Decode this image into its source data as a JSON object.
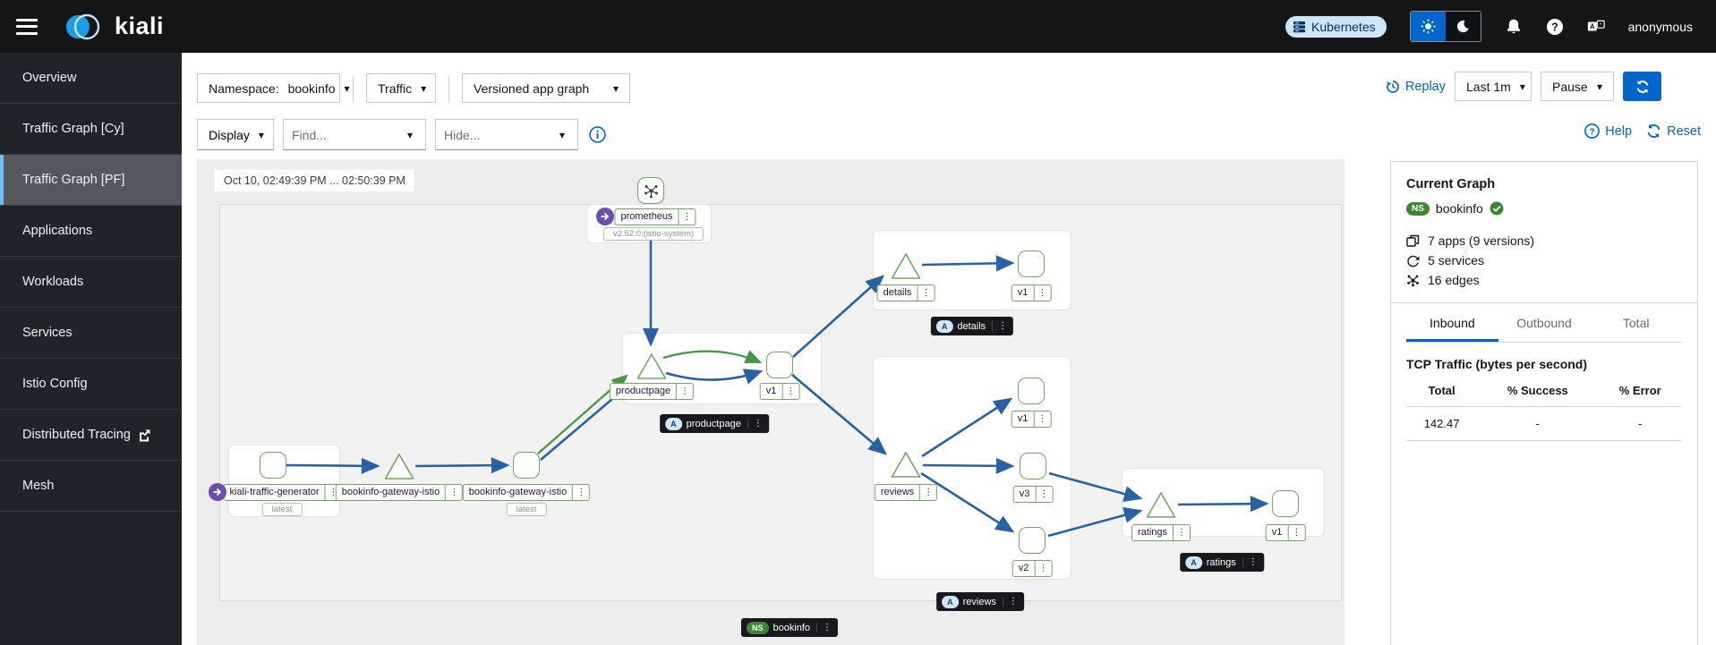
{
  "header": {
    "brand": "kiali",
    "cluster_badge": "Kubernetes",
    "user": "anonymous"
  },
  "sidebar": {
    "items": [
      "Overview",
      "Traffic Graph [Cy]",
      "Traffic Graph [PF]",
      "Applications",
      "Workloads",
      "Services",
      "Istio Config",
      "Distributed Tracing",
      "Mesh"
    ],
    "active": "Traffic Graph [PF]"
  },
  "toolbar": {
    "namespace_label": "Namespace:",
    "namespace_value": "bookinfo",
    "traffic": "Traffic",
    "graph_type": "Versioned app graph",
    "replay": "Replay",
    "interval": "Last 1m",
    "refresh_mode": "Pause",
    "display": "Display",
    "find_placeholder": "Find...",
    "hide_placeholder": "Hide...",
    "help": "Help",
    "reset": "Reset"
  },
  "graph": {
    "time_range": "Oct 10, 02:49:39 PM ... 02:50:39 PM",
    "app_badge_icon": "A",
    "nodes": {
      "prometheus": {
        "label": "prometheus",
        "sublabel": "v2.52.0:(istio-system)"
      },
      "traffic_generator": {
        "label": "kiali-traffic-generator",
        "sublabel": "latest"
      },
      "gateway_service": {
        "label": "bookinfo-gateway-istio"
      },
      "gateway_workload": {
        "label": "bookinfo-gateway-istio",
        "sublabel": "latest"
      },
      "productpage_service": {
        "label": "productpage"
      },
      "productpage_v1": {
        "label": "v1"
      },
      "details_service": {
        "label": "details"
      },
      "details_v1": {
        "label": "v1"
      },
      "reviews_service": {
        "label": "reviews"
      },
      "reviews_v1": {
        "label": "v1"
      },
      "reviews_v2": {
        "label": "v2"
      },
      "reviews_v3": {
        "label": "v3"
      },
      "ratings_service": {
        "label": "ratings"
      },
      "ratings_v1": {
        "label": "v1"
      }
    },
    "app_badges": {
      "details": "details",
      "productpage": "productpage",
      "reviews": "reviews",
      "ratings": "ratings"
    },
    "namespace_badge": {
      "prefix": "NS",
      "label": "bookinfo"
    }
  },
  "summary": {
    "title": "Current Graph",
    "ns_icon": "NS",
    "namespace": "bookinfo",
    "stats": {
      "apps": "7 apps (9 versions)",
      "services": "5 services",
      "edges": "16 edges"
    },
    "tabs": [
      "Inbound",
      "Outbound",
      "Total"
    ],
    "active_tab": "Inbound",
    "tcp_title": "TCP Traffic (bytes per second)",
    "table": {
      "headers": [
        "Total",
        "% Success",
        "% Error"
      ],
      "row": [
        "142.47",
        "-",
        "-"
      ]
    }
  },
  "colors": {
    "accent": "#0066cc",
    "edge_tcp": "#2862a4",
    "edge_http": "#459942",
    "node_border": "#6eaa5e",
    "healthy": "#3e8635"
  }
}
